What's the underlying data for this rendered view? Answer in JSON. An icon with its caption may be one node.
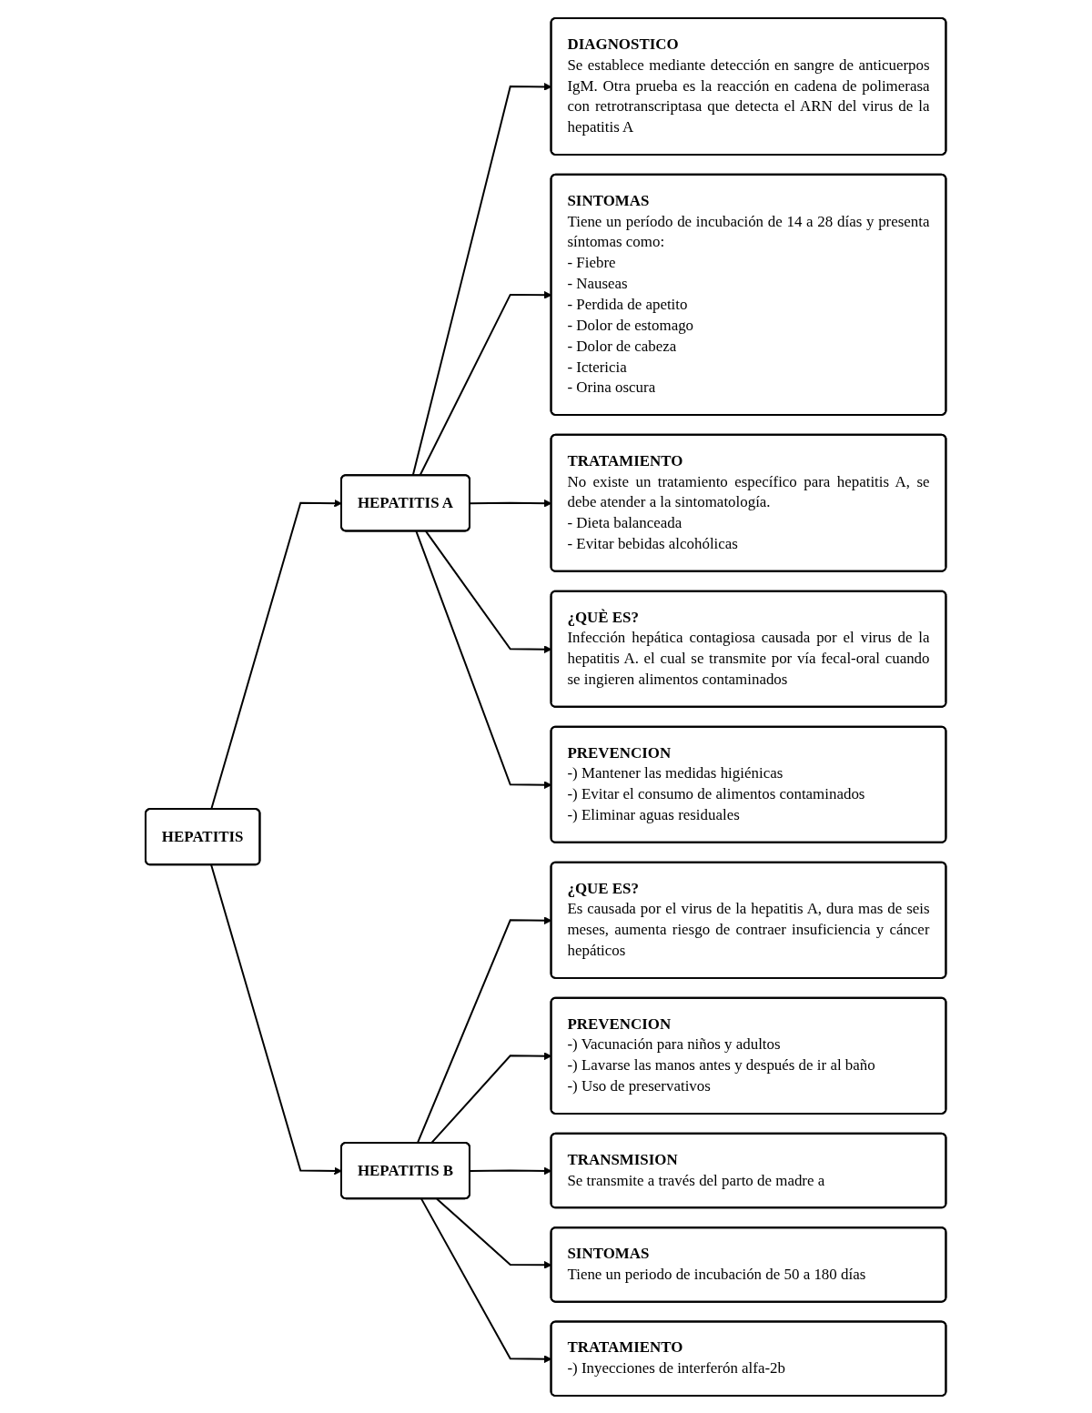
{
  "diagram": {
    "nodes": [
      {
        "text": [
          "DIAGNOSTICO",
          "Se establece mediante detección en sangre de anticuerpos IgM. Otra prueba es la reacción en cadena de polimerasa con retrotranscriptasa que detecta el ARN del virus de la hepatitis A"
        ]
      },
      {
        "text": [
          "SINTOMAS",
          "Tiene un período de incubación de 14 a 28 días y presenta síntomas como:",
          "- Fiebre",
          "- Nauseas",
          "- Perdida de apetito",
          "- Dolor de estomago",
          "- Dolor de cabeza",
          "- Ictericia",
          "- Orina oscura"
        ]
      },
      {
        "text": [
          "TRATAMIENTO",
          "No existe un tratamiento específico para hepatitis A, se debe atender a la sintomatología.",
          "- Dieta balanceada",
          "- Evitar bebidas alcohólicas"
        ]
      },
      {
        "text": [
          "¿QUÈ ES?",
          "Infección hepática contagiosa causada por el virus de la hepatitis A. el cual se transmite por vía fecal-oral cuando se ingieren alimentos contaminados"
        ]
      },
      {
        "text": [
          "HEPATITIS A"
        ]
      },
      {
        "text": [
          "PREVENCION",
          "-) Mantener las medidas higiénicas",
          "-) Evitar el consumo de alimentos contaminados",
          "-) Eliminar aguas residuales"
        ]
      },
      {
        "text": [
          "HEPATITIS"
        ]
      },
      {
        "text": [
          "¿QUE ES?",
          "Es causada por el virus de la hepatitis A, dura mas de seis meses, aumenta riesgo de contraer insuficiencia y cáncer hepáticos"
        ]
      },
      {
        "text": [
          "HEPATITIS B"
        ]
      },
      {
        "text": [
          "PREVENCION",
          "-) Vacunación para niños y adultos",
          "-) Lavarse las manos antes y después de ir al baño",
          "-) Uso de preservativos"
        ]
      },
      {
        "text": [
          "TRANSMISION",
          "Se transmite a través del parto de madre a"
        ]
      },
      {
        "text": [
          "SINTOMAS",
          "Tiene un periodo de incubación de 50 a 180 días"
        ]
      },
      {
        "text": [
          "TRATAMIENTO",
          "-) Inyecciones de interferón alfa-2b"
        ]
      }
    ],
    "edges": [
      {
        "from": 6,
        "to": 4,
        "arrow": "to"
      },
      {
        "from": 6,
        "to": 8,
        "arrow": "to"
      },
      {
        "from": 4,
        "to": 0,
        "arrow": "to"
      },
      {
        "from": 4,
        "to": 1,
        "arrow": "to"
      },
      {
        "from": 4,
        "to": 2,
        "arrow": "to"
      },
      {
        "from": 4,
        "to": 3,
        "arrow": "to"
      },
      {
        "from": 4,
        "to": 5,
        "arrow": "to"
      },
      {
        "from": 8,
        "to": 7,
        "arrow": "to"
      },
      {
        "from": 8,
        "to": 9,
        "arrow": "to"
      },
      {
        "from": 8,
        "to": 10,
        "arrow": "to"
      },
      {
        "from": 8,
        "to": 11,
        "arrow": "to"
      },
      {
        "from": 8,
        "to": 12,
        "arrow": "to"
      }
    ]
  }
}
